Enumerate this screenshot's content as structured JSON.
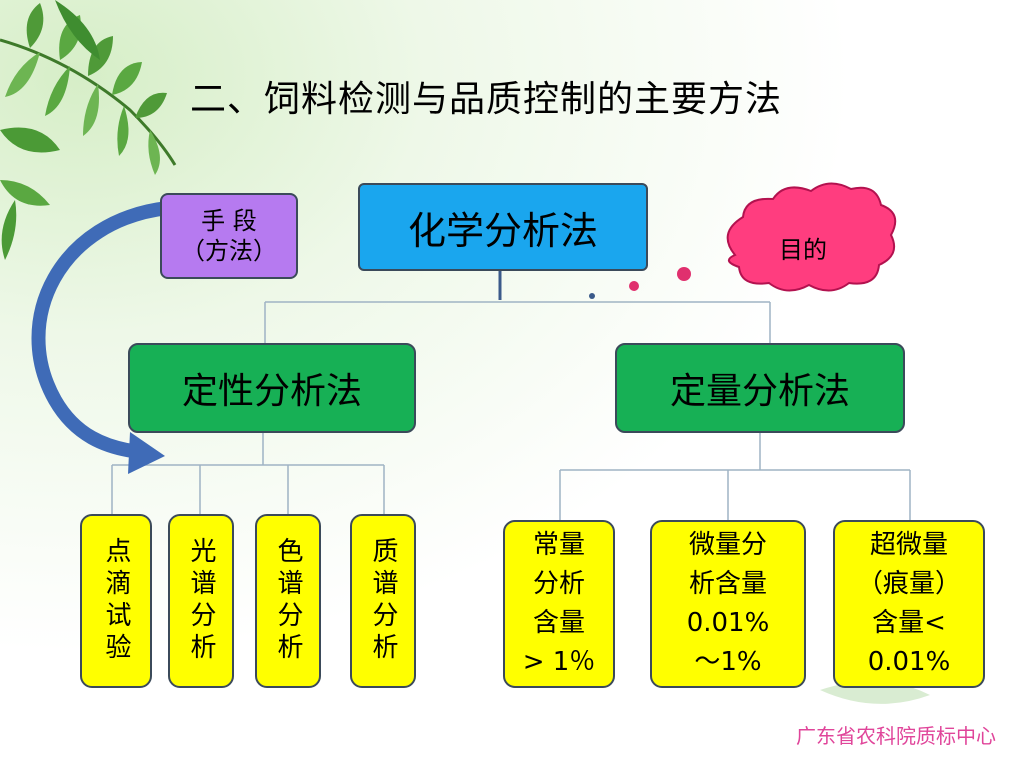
{
  "title": "二、饲料检测与品质控制的主要方法",
  "root": "化学分析法",
  "means": {
    "line1": "手 段",
    "line2": "（方法）"
  },
  "purpose": "目的",
  "qualitative": {
    "label": "定性分析法",
    "children": [
      "点滴试验",
      "光谱分析",
      "色谱分析",
      "质谱分析"
    ]
  },
  "quantitative": {
    "label": "定量分析法",
    "children": [
      [
        "常量",
        "分析",
        "含量",
        "> 1％"
      ],
      [
        "微量分",
        "析含量",
        "0.01%",
        "～1%"
      ],
      [
        "超微量",
        "（痕量）",
        "含量<",
        "0.01%"
      ]
    ]
  },
  "footer": "广东省农科院质标中心",
  "colors": {
    "root": "#1aa6ee",
    "category": "#17b055",
    "method": "#ffff00",
    "means": "#b67af0",
    "purpose": "#ff3d7f",
    "arrow": "#3f6bb7",
    "footer": "#e0459a"
  }
}
